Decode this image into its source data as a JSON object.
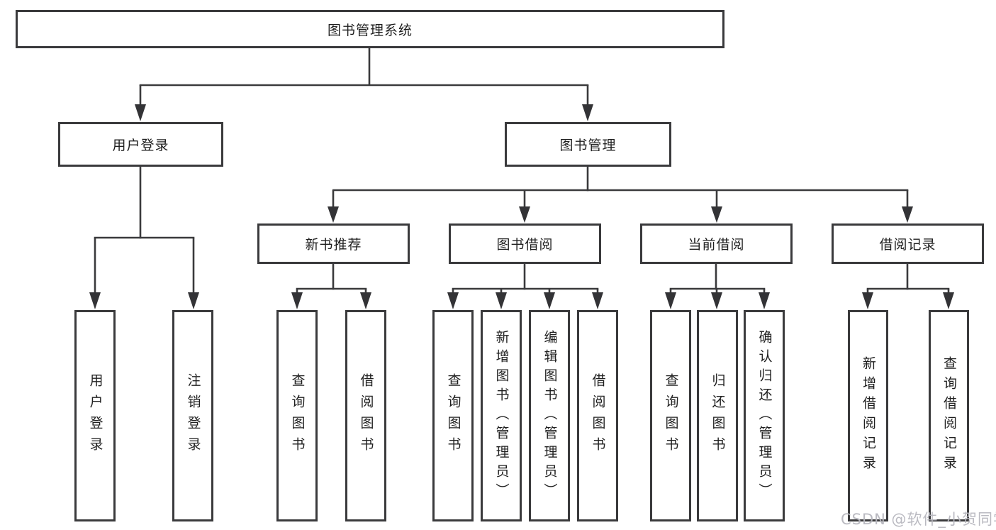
{
  "diagram": {
    "type": "hierarchy-tree",
    "colors": {
      "line": "#3a3a3c",
      "box_border": "#3a3a3c",
      "box_background": "#ffffff",
      "text": "#1f1f1f"
    },
    "root": {
      "label": "图书管理系统"
    },
    "level2": [
      {
        "label": "用户登录"
      },
      {
        "label": "图书管理"
      }
    ],
    "level3": [
      {
        "label": "新书推荐",
        "parent": "图书管理"
      },
      {
        "label": "图书借阅",
        "parent": "图书管理"
      },
      {
        "label": "当前借阅",
        "parent": "图书管理"
      },
      {
        "label": "借阅记录",
        "parent": "图书管理"
      }
    ],
    "leaves": [
      {
        "label": "用户登录",
        "parent": "用户登录"
      },
      {
        "label": "注销登录",
        "parent": "用户登录"
      },
      {
        "label": "查询图书",
        "parent": "新书推荐"
      },
      {
        "label": "借阅图书",
        "parent": "新书推荐"
      },
      {
        "label": "查询图书",
        "parent": "图书借阅"
      },
      {
        "label": "新增图书（管理员）",
        "parent": "图书借阅"
      },
      {
        "label": "编辑图书（管理员）",
        "parent": "图书借阅"
      },
      {
        "label": "借阅图书",
        "parent": "图书借阅"
      },
      {
        "label": "查询图书",
        "parent": "当前借阅"
      },
      {
        "label": "归还图书",
        "parent": "当前借阅"
      },
      {
        "label": "确认归还（管理员）",
        "parent": "当前借阅"
      },
      {
        "label": "新增借阅记录",
        "parent": "借阅记录"
      },
      {
        "label": "查询借阅记录",
        "parent": "借阅记录"
      }
    ]
  },
  "watermark": {
    "text": "CSDN @软件_小贺同学",
    "color": "#b6b6be"
  }
}
